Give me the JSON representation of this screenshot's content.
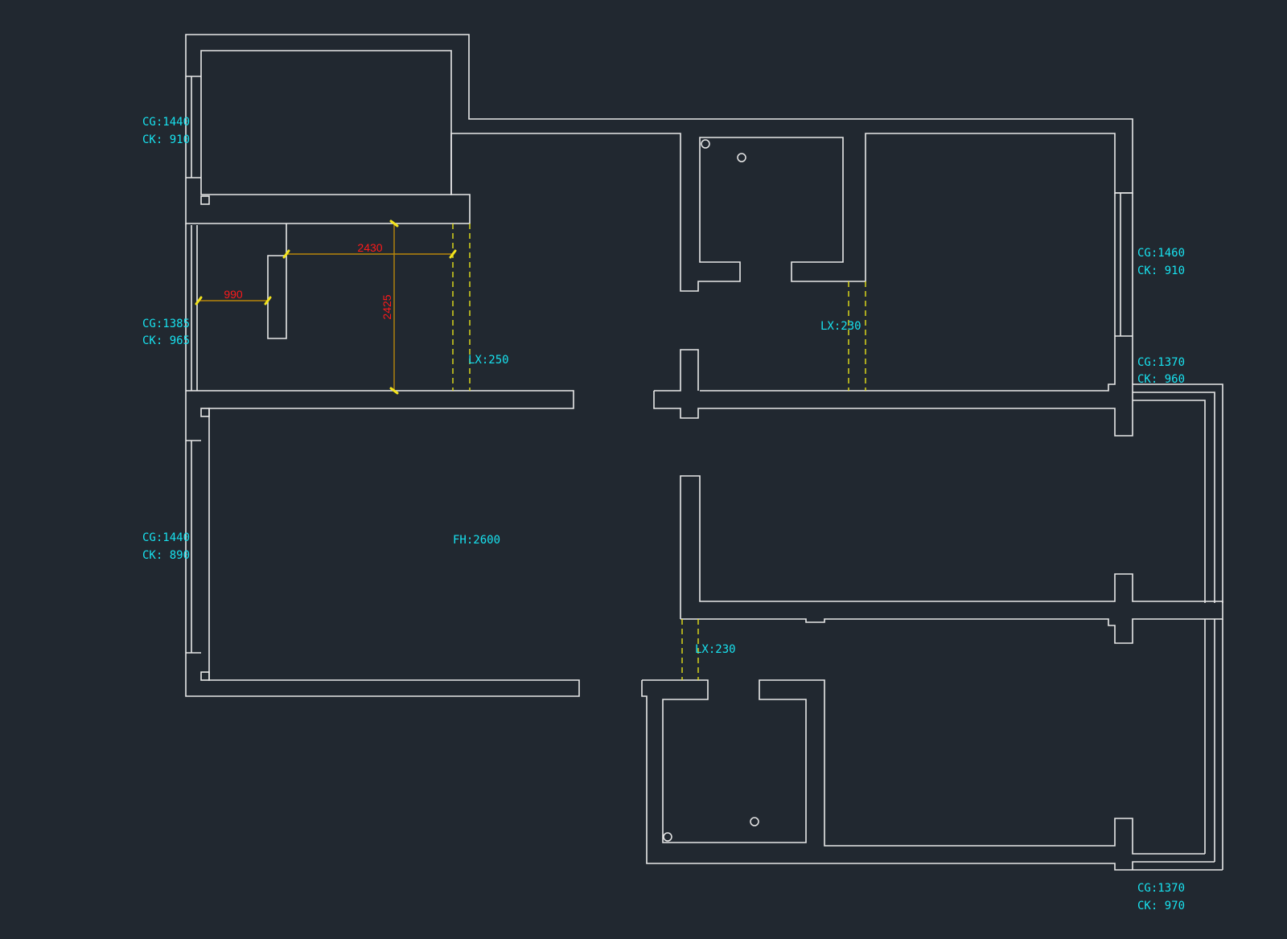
{
  "colors": {
    "background": "#212830",
    "wall": "#e8e8e8",
    "annotation": "#18e2ef",
    "dimension_text": "#ff1a1a",
    "dimension_line": "#b8860b",
    "door_dash": "#e6e21a"
  },
  "windows": [
    {
      "cg": "CG:1440",
      "ck": "CK: 910"
    },
    {
      "cg": "CG:1385",
      "ck": "CK: 965"
    },
    {
      "cg": "CG:1440",
      "ck": "CK: 890"
    },
    {
      "cg": "CG:1460",
      "ck": "CK: 910"
    },
    {
      "cg": "CG:1370",
      "ck": "CK: 960"
    },
    {
      "cg": "CG:1370",
      "ck": "CK: 970"
    }
  ],
  "beams": [
    "LX:250",
    "LX:230",
    "LX:230"
  ],
  "room_height": "FH:2600",
  "dimensions": [
    "990",
    "2430",
    "2425"
  ]
}
